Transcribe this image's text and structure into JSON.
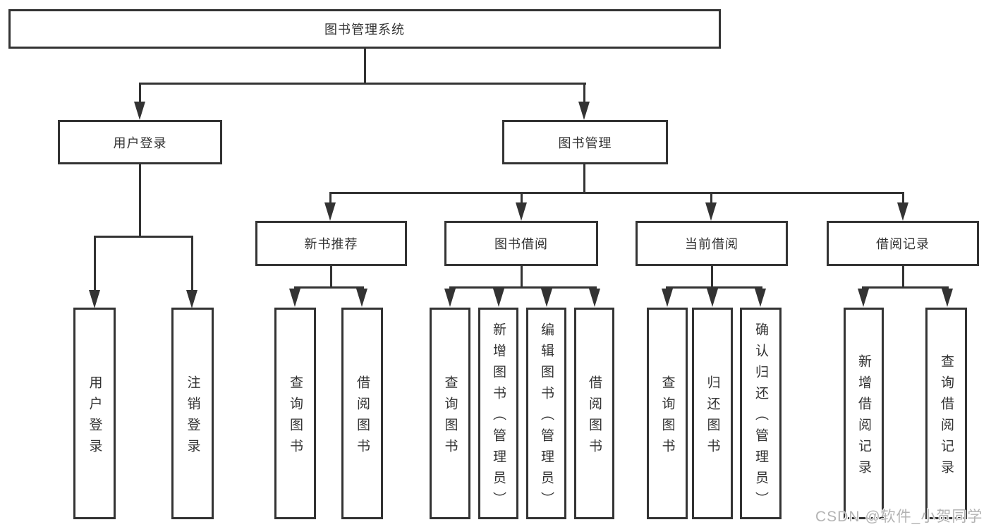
{
  "diagram": {
    "root": {
      "label": "图书管理系统"
    },
    "level2": {
      "user_login": {
        "label": "用户登录"
      },
      "book_management": {
        "label": "图书管理"
      }
    },
    "level3": {
      "new_book_recommend": {
        "label": "新书推荐"
      },
      "book_borrow": {
        "label": "图书借阅"
      },
      "current_borrow": {
        "label": "当前借阅"
      },
      "borrow_records": {
        "label": "借阅记录"
      }
    },
    "leaves": {
      "user_login": {
        "label": "用户登录"
      },
      "logout": {
        "label": "注销登录"
      },
      "recommend_query_books": {
        "label": "查询图书"
      },
      "recommend_borrow_books": {
        "label": "借阅图书"
      },
      "borrow_query_books": {
        "label": "查询图书"
      },
      "borrow_add_book_admin": {
        "label": "新增图书（管理员）"
      },
      "borrow_edit_book_admin": {
        "label": "编辑图书（管理员）"
      },
      "borrow_borrow_books": {
        "label": "借阅图书"
      },
      "current_query_books": {
        "label": "查询图书"
      },
      "current_return_book": {
        "label": "归还图书"
      },
      "current_confirm_return_admin": {
        "label": "确认归还（管理员）"
      },
      "records_add_record": {
        "label": "新增借阅记录"
      },
      "records_query_record": {
        "label": "查询借阅记录"
      }
    },
    "colors": {
      "line": "#333333",
      "text": "#333333",
      "watermark": "#b3b3b3",
      "background": "#ffffff"
    }
  },
  "watermark": {
    "text": "CSDN @软件_小贺同学"
  }
}
